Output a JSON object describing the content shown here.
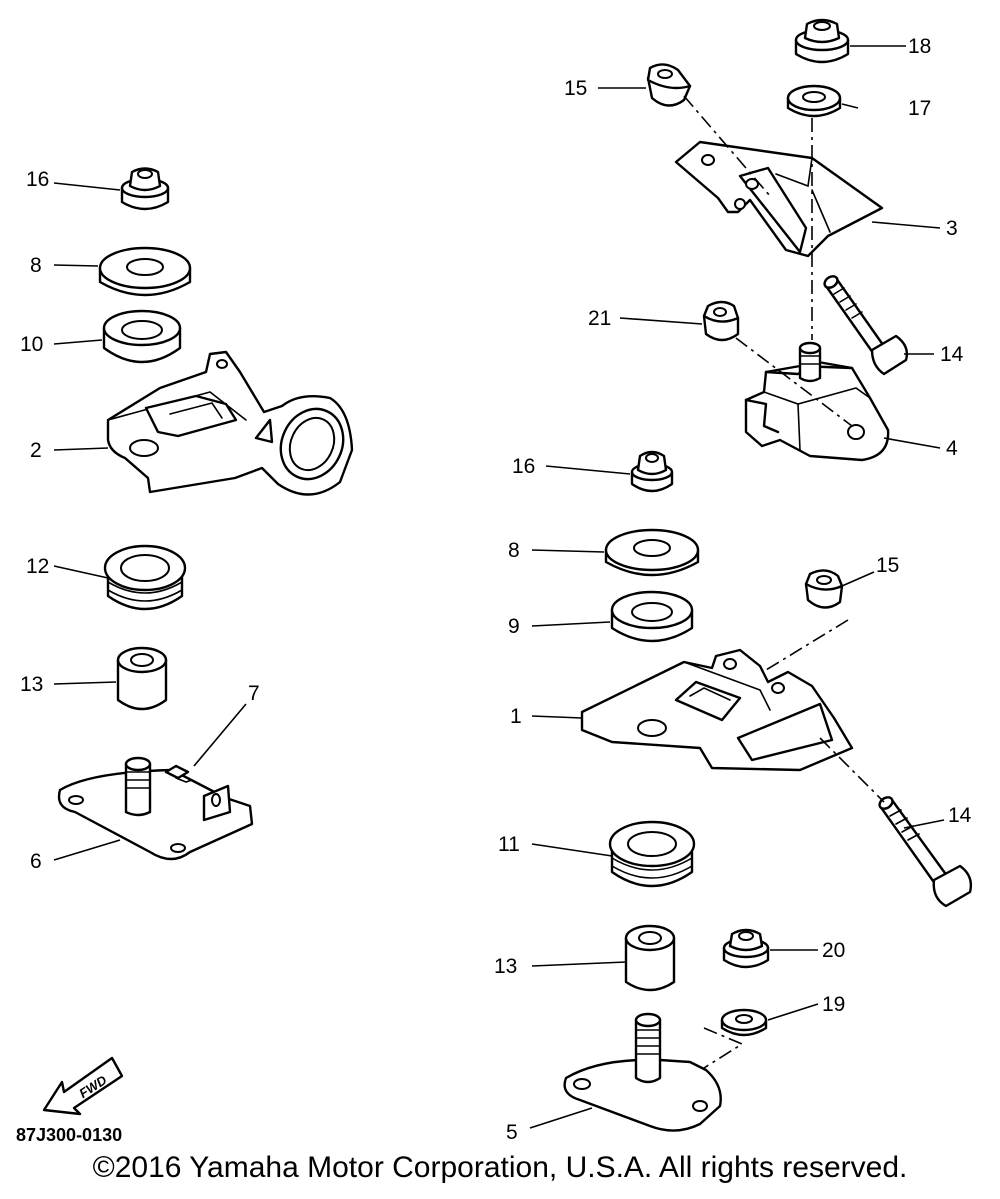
{
  "callouts": {
    "c1": "1",
    "c2": "2",
    "c3": "3",
    "c4": "4",
    "c5": "5",
    "c6": "6",
    "c7": "7",
    "c8a": "8",
    "c8b": "8",
    "c9": "9",
    "c10": "10",
    "c11": "11",
    "c12": "12",
    "c13a": "13",
    "c13b": "13",
    "c14a": "14",
    "c14b": "14",
    "c15a": "15",
    "c15b": "15",
    "c16a": "16",
    "c16b": "16",
    "c17": "17",
    "c18": "18",
    "c19": "19",
    "c20": "20",
    "c21": "21"
  },
  "fwd_label": "FWD",
  "diagram_code": "87J300-0130",
  "copyright": "©2016 Yamaha Motor Corporation, U.S.A. All rights reserved."
}
